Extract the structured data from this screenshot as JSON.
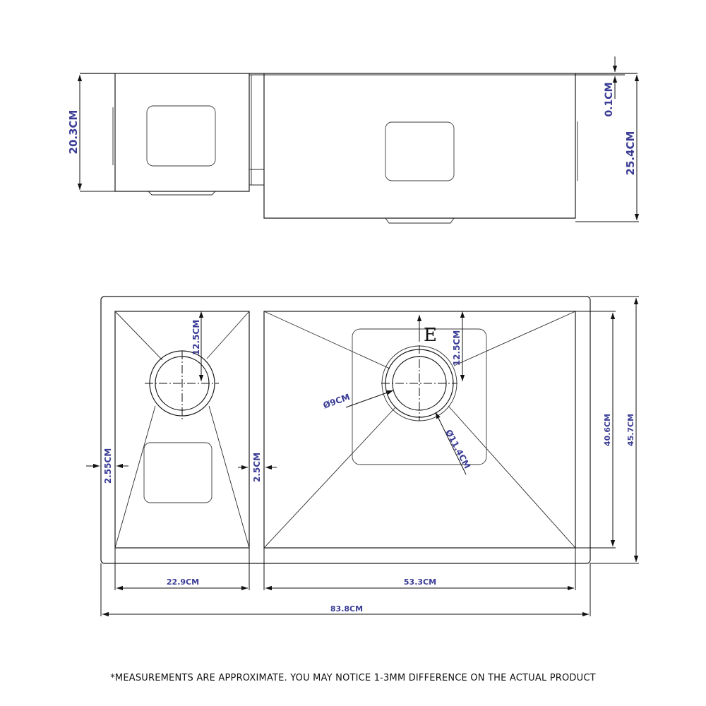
{
  "side_view": {
    "left_height": "20.3CM",
    "rim_thickness": "0.1CM",
    "right_height": "25.4CM"
  },
  "top_view": {
    "small_bowl_drain_offset": "12.5CM",
    "large_bowl_drain_offset": "12.5CM",
    "drain_diameter": "Ø9CM",
    "flange_diameter": "Ø11.4CM",
    "left_margin": "2.55CM",
    "divider_width": "2.5CM",
    "inner_depth": "40.6CM",
    "outer_depth": "45.7CM",
    "small_bowl_width": "22.9CM",
    "large_bowl_width": "53.3CM",
    "overall_width": "83.8CM",
    "direction_marker": "E"
  },
  "footnote": "*MEASUREMENTS ARE APPROXIMATE. YOU MAY NOTICE 1-3MM DIFFERENCE ON THE ACTUAL PRODUCT"
}
